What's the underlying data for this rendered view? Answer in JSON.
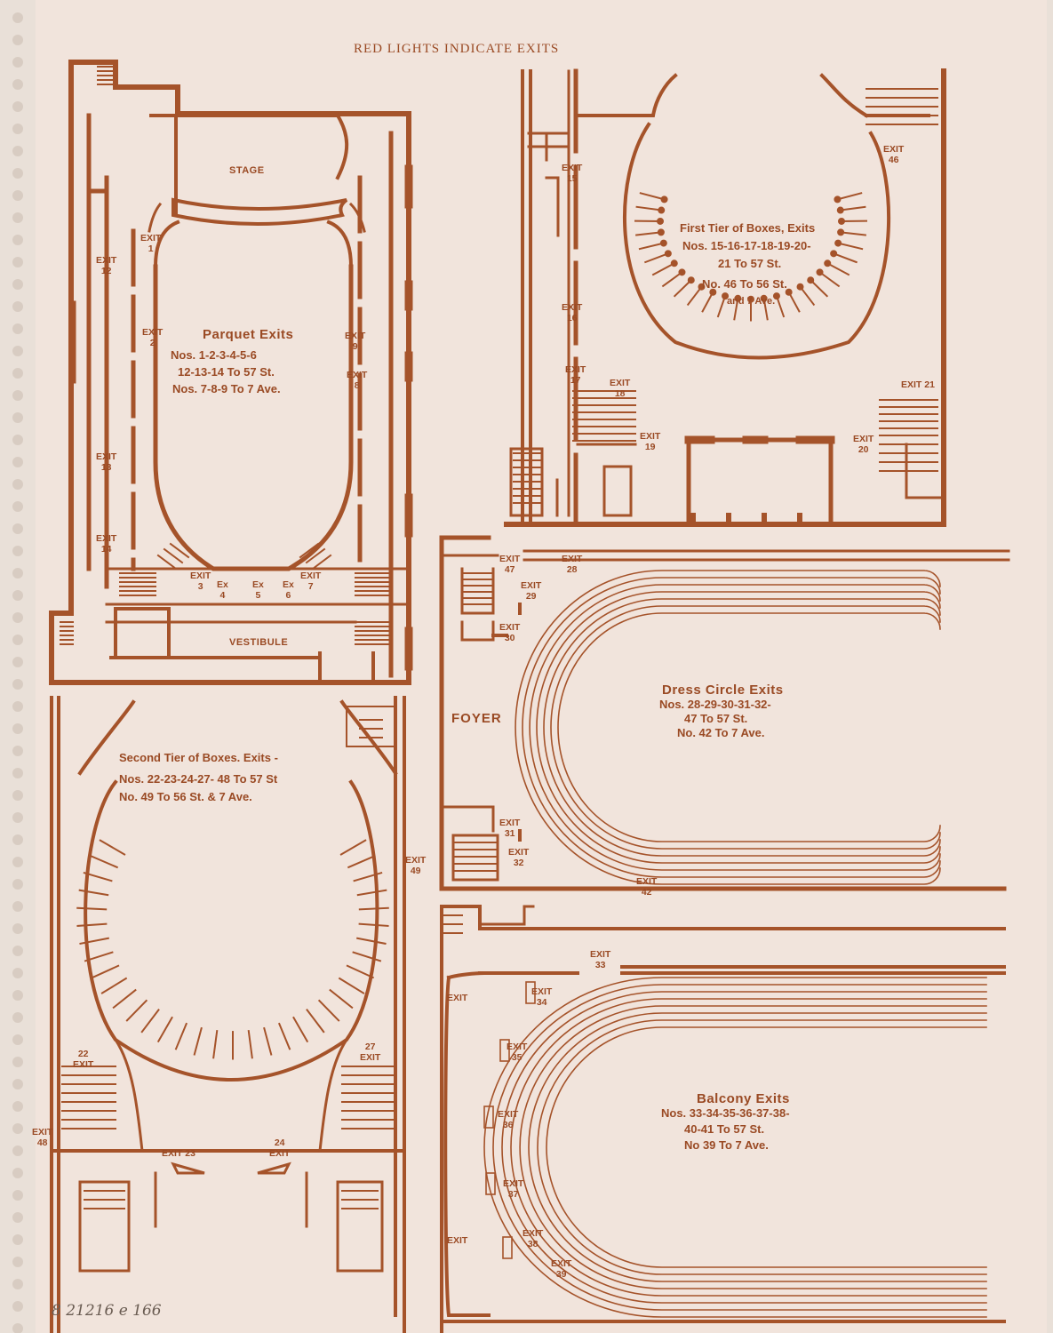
{
  "heading": "RED LIGHTS INDICATE EXITS",
  "colors": {
    "ink": "#a5532a",
    "paper": "#f1e4dc"
  },
  "parquet": {
    "stage": "STAGE",
    "vestibule": "VESTIBULE",
    "title": "Parquet Exits",
    "lines": [
      "Nos. 1-2-3-4-5-6",
      "12-13-14 To 57 St.",
      "Nos. 7-8-9 To 7 Ave."
    ],
    "exits": [
      {
        "word": "EXIT",
        "num": "1"
      },
      {
        "word": "EXIT",
        "num": "2"
      },
      {
        "word": "EXIT",
        "num": "12"
      },
      {
        "word": "EXIT",
        "num": "13"
      },
      {
        "word": "EXIT",
        "num": "14"
      },
      {
        "word": "EXIT",
        "num": "3"
      },
      {
        "word": "Ex",
        "num": "4"
      },
      {
        "word": "Ex",
        "num": "5"
      },
      {
        "word": "Ex",
        "num": "6"
      },
      {
        "word": "EXIT",
        "num": "7"
      },
      {
        "word": "EXIT",
        "num": "9"
      },
      {
        "word": "EXIT",
        "num": "8"
      }
    ]
  },
  "first_tier": {
    "title": "First Tier of Boxes, Exits",
    "lines": [
      "Nos. 15-16-17-18-19-20-",
      "21 To 57 St.",
      "No. 46 To 56 St.",
      "and 7 Ave."
    ],
    "exits": [
      {
        "word": "EXIT",
        "num": "15"
      },
      {
        "word": "EXIT",
        "num": "16"
      },
      {
        "word": "EXIT",
        "num": "17"
      },
      {
        "word": "EXIT",
        "num": "18"
      },
      {
        "word": "EXIT",
        "num": "19"
      },
      {
        "word": "EXIT",
        "num": "46"
      },
      {
        "word": "EXIT",
        "num": "21"
      },
      {
        "word": "EXIT",
        "num": "20"
      }
    ]
  },
  "second_tier": {
    "title": "Second Tier of Boxes. Exits -",
    "lines": [
      "Nos. 22-23-24-27- 48 To 57 St",
      "No. 49 To 56 St. & 7 Ave."
    ],
    "exits": [
      {
        "word": "EXIT",
        "num": "49"
      },
      {
        "word": "EXIT",
        "num": "22"
      },
      {
        "word": "EXIT",
        "num": "27"
      },
      {
        "word": "EXIT",
        "num": "48"
      },
      {
        "word": "EXIT",
        "num": "23"
      },
      {
        "word": "EXIT",
        "num": "24"
      }
    ]
  },
  "dress_circle": {
    "foyer": "FOYER",
    "title": "Dress Circle Exits",
    "lines": [
      "Nos. 28-29-30-31-32-",
      "47 To 57 St.",
      "No. 42 To 7 Ave."
    ],
    "exits": [
      {
        "word": "EXIT",
        "num": "47"
      },
      {
        "word": "EXIT",
        "num": "28"
      },
      {
        "word": "EXIT",
        "num": "29"
      },
      {
        "word": "EXIT",
        "num": "30"
      },
      {
        "word": "EXIT",
        "num": "31"
      },
      {
        "word": "EXIT",
        "num": "32"
      },
      {
        "word": "EXIT",
        "num": "42"
      }
    ]
  },
  "balcony": {
    "title": "Balcony Exits",
    "lines": [
      "Nos. 33-34-35-36-37-38-",
      "40-41 To 57 St.",
      "No 39 To 7 Ave."
    ],
    "exits": [
      {
        "word": "EXIT",
        "num": "33"
      },
      {
        "word": "EXIT",
        "num": "34"
      },
      {
        "word": "EXIT",
        "num": "35"
      },
      {
        "word": "EXIT",
        "num": "36"
      },
      {
        "word": "EXIT",
        "num": "37"
      },
      {
        "word": "EXIT",
        "num": "38"
      },
      {
        "word": "EXIT",
        "num": "39"
      },
      {
        "word": "EXIT",
        "num": ""
      },
      {
        "word": "EXIT",
        "num": ""
      }
    ]
  },
  "handwritten_note": "8 21216 e 166"
}
